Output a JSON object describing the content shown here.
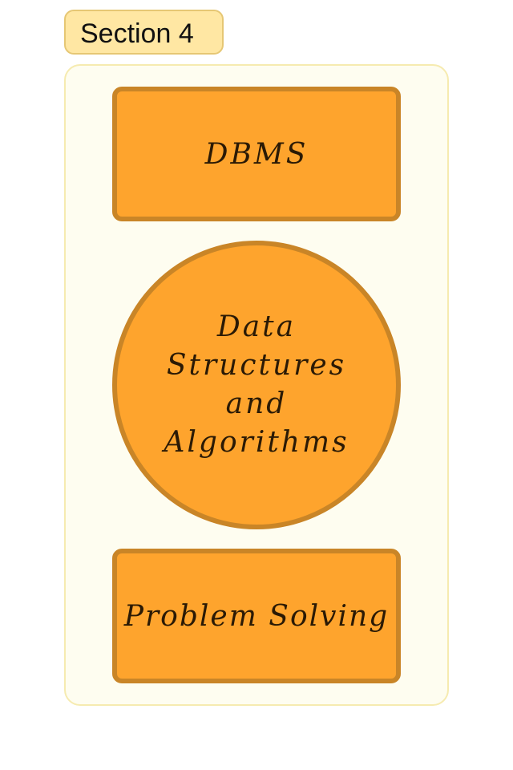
{
  "section": {
    "label": "Section 4"
  },
  "nodes": {
    "dbms": {
      "label": "DBMS",
      "shape": "rectangle"
    },
    "dsa": {
      "label": "Data\nStructures\nand\nAlgorithms",
      "shape": "circle"
    },
    "problem_solving": {
      "label": "Problem Solving",
      "shape": "rectangle"
    }
  },
  "colors": {
    "node_fill": "#fea42d",
    "node_border": "#c98527",
    "container_fill": "#fefdf0",
    "container_border": "#f6ebb0",
    "label_fill": "#ffe7a3",
    "label_border": "#e6c774"
  }
}
